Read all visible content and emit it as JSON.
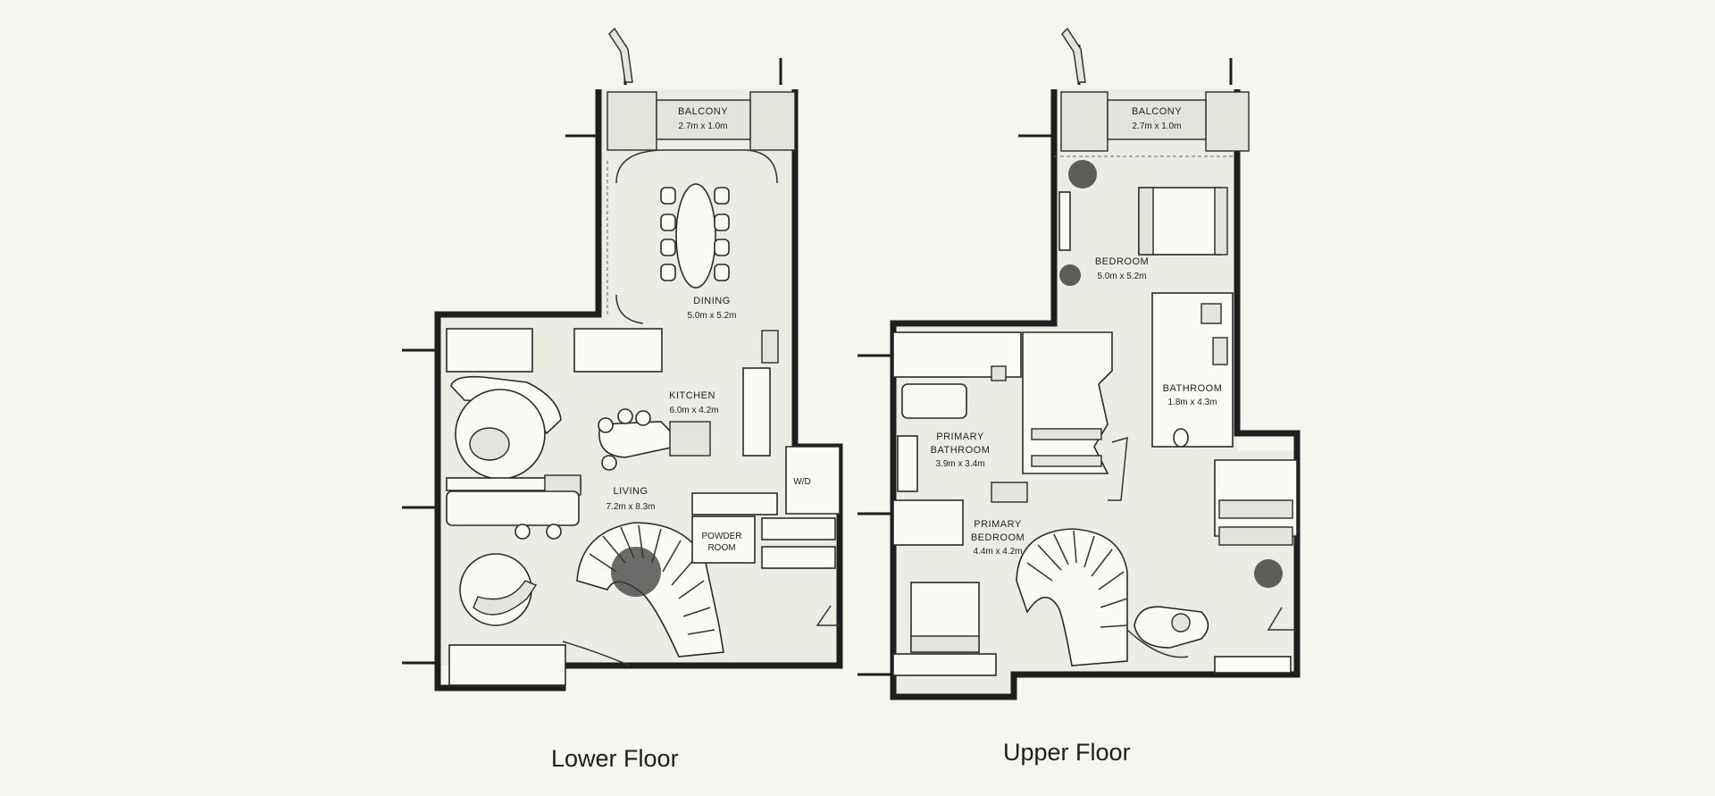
{
  "lower_floor": {
    "caption": "Lower Floor",
    "balcony": {
      "name": "BALCONY",
      "size": "2.7m x 1.0m"
    },
    "dining": {
      "name": "DINING",
      "size": "5.0m x 5.2m"
    },
    "kitchen": {
      "name": "KITCHEN",
      "size": "6.0m x 4.2m"
    },
    "living": {
      "name": "LIVING",
      "size": "7.2m x 8.3m"
    },
    "walkin": {
      "name": "W/D"
    },
    "powder": {
      "line1": "POWDER",
      "line2": "ROOM"
    }
  },
  "upper_floor": {
    "caption": "Upper Floor",
    "balcony": {
      "name": "BALCONY",
      "size": "2.7m x 1.0m"
    },
    "bedroom": {
      "name": "BEDROOM",
      "size": "5.0m x 5.2m"
    },
    "bathroom": {
      "name": "BATHROOM",
      "size": "1.8m x 4.3m"
    },
    "primary_bathroom": {
      "line1": "PRIMARY",
      "line2": "BATHROOM",
      "size": "3.9m x 3.4m"
    },
    "primary_bedroom": {
      "line1": "PRIMARY",
      "line2": "BEDROOM",
      "size": "4.4m x 4.2m"
    }
  }
}
